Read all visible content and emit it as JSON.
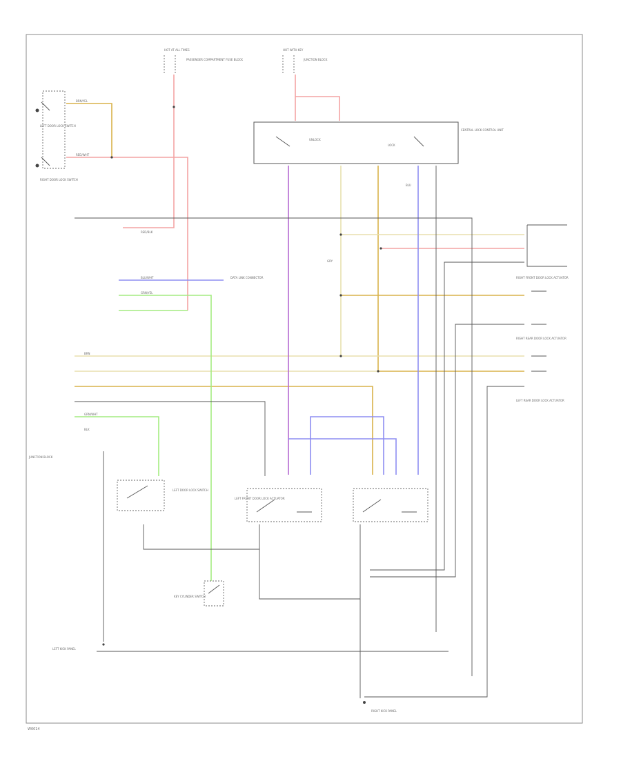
{
  "footer_code": "W0014",
  "components": {
    "fuse_top_left": "HOT AT ALL TIMES",
    "fuse_top_left_detail": "PASSENGER COMPARTMENT FUSE BLOCK",
    "fuse_top_right": "HOT WITH KEY",
    "fuse_top_right_detail": "JUNCTION BLOCK",
    "control_unit": "CENTRAL LOCK CONTROL UNIT",
    "control_unit_lock": "LOCK",
    "control_unit_unlock": "UNLOCK",
    "left_door_switch": "LEFT DOOR LOCK SWITCH",
    "right_door_switch": "RIGHT DOOR LOCK SWITCH",
    "data_link": "DATA LINK CONNECTOR",
    "junction_box": "JUNCTION BLOCK",
    "right_front_actuator": "RIGHT FRONT DOOR LOCK ACTUATOR",
    "right_rear_actuator": "RIGHT REAR DOOR LOCK ACTUATOR",
    "left_rear_actuator": "LEFT REAR DOOR LOCK ACTUATOR",
    "left_front_actuator": "LEFT FRONT DOOR LOCK ACTUATOR",
    "left_door_unit": "LEFT DOOR LOCK SWITCH",
    "key_switch": "KEY CYLINDER SWITCH",
    "ground_left": "LEFT KICK PANEL",
    "ground_right": "RIGHT KICK PANEL"
  },
  "wire_labels": {
    "brn_yel": "BRN/YEL",
    "red_wht": "RED/WHT",
    "red_blk": "RED/BLK",
    "blu_wht": "BLU/WHT",
    "grn_yel": "GRN/YEL",
    "grn_wht": "GRN/WHT",
    "brn": "BRN",
    "gry": "GRY",
    "blu": "BLU",
    "blk": "BLK"
  },
  "colors": {
    "pink": "#f4a3a3",
    "tan": "#d8b24a",
    "purple": "#b56ad2",
    "blue": "#8d8df2",
    "green": "#a4ec80",
    "cream": "#e8dfae",
    "gray": "#555555",
    "frame": "#8a8a8a"
  }
}
